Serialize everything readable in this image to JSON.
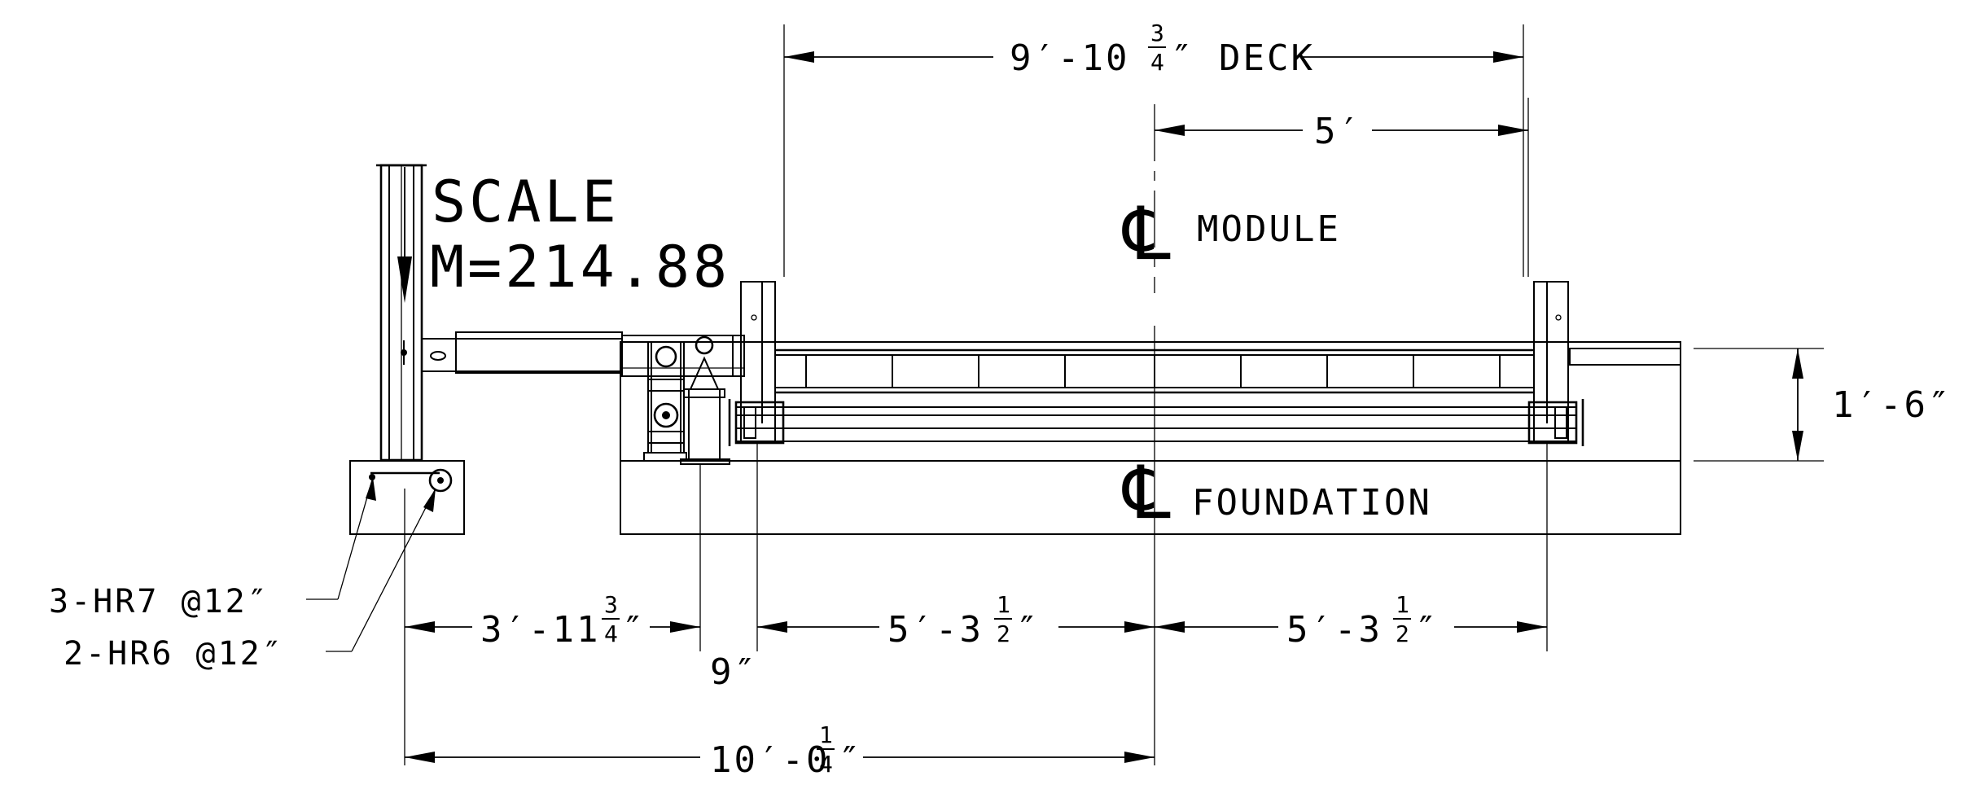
{
  "dimensions": {
    "deck": {
      "whole": "9′-10",
      "num": "3",
      "den": "4",
      "suffix": "″ DECK"
    },
    "half_deck": "5′",
    "height": "1′-6″",
    "left_span": {
      "whole": "3′-11",
      "num": "3",
      "den": "4",
      "suffix": "″"
    },
    "parapet": "9″",
    "span_left": {
      "whole": "5′-3",
      "num": "1",
      "den": "2",
      "suffix": "″"
    },
    "span_right": {
      "whole": "5′-3",
      "num": "1",
      "den": "2",
      "suffix": "″"
    },
    "total": {
      "whole": "10′-0",
      "num": "1",
      "den": "4",
      "suffix": "″"
    }
  },
  "labels": {
    "module": "MODULE",
    "foundation": "FOUNDATION",
    "centerline_symbol": "℄",
    "scale_line1": "SCALE",
    "scale_line2": "M=214.88"
  },
  "rebar": {
    "hr7": "3-HR7 @12″",
    "hr6": "2-HR6 @12″"
  }
}
